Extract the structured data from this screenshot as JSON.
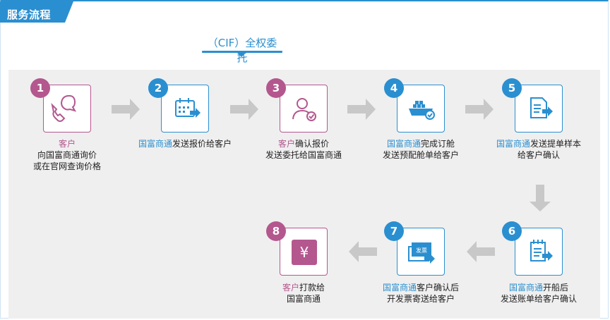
{
  "header": {
    "title": "服务流程"
  },
  "subtitle": "（CIF）全权委托",
  "steps": [
    {
      "num": "1",
      "line1_hl": "客户",
      "line1_rest": "",
      "line2": "向国富商通询价",
      "line3": "或在官网查询价格"
    },
    {
      "num": "2",
      "line1_hl": "国富商通",
      "line1_rest": "发送报价给客户",
      "line2": "",
      "line3": ""
    },
    {
      "num": "3",
      "line1_hl": "客户",
      "line1_rest": "确认报价",
      "line2": "发送委托给国富商通",
      "line3": ""
    },
    {
      "num": "4",
      "line1_hl": "国富商通",
      "line1_rest": "完成订舱",
      "line2": "发送预配舱单给客户",
      "line3": ""
    },
    {
      "num": "5",
      "line1_hl": "国富商通",
      "line1_rest": "发送提单样本",
      "line2": "给客户确认",
      "line3": ""
    },
    {
      "num": "6",
      "line1_hl": "国富商通",
      "line1_rest": "开船后",
      "line2": "发送账单给客户确认",
      "line3": ""
    },
    {
      "num": "7",
      "line1_hl": "国富商通",
      "line1_rest": "客户确认后",
      "line2": "开发票寄送给客户",
      "line3": ""
    },
    {
      "num": "8",
      "line1_hl": "客户",
      "line1_rest": "打款给",
      "line2": "国富商通",
      "line3": ""
    }
  ],
  "invoice_icon_text": "发票",
  "yuan_symbol": "¥",
  "colors": {
    "pink": "#b4578e",
    "blue": "#2a8fd0",
    "arrow": "#c8c8c8",
    "panel": "#efefef"
  }
}
